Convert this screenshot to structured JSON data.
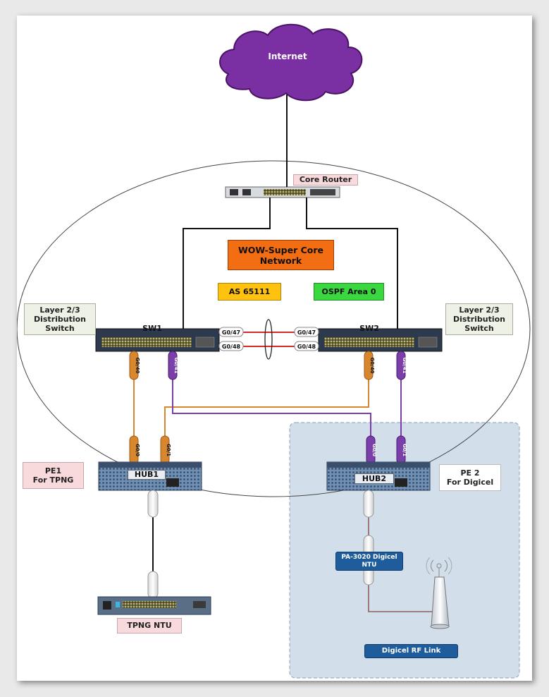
{
  "cloud": {
    "label": "Internet"
  },
  "core_router": {
    "label": "Core Router"
  },
  "network_title": {
    "label": "WOW-Super Core\nNetwork"
  },
  "as_badge": {
    "label": "AS 65111"
  },
  "ospf_badge": {
    "label": "OSPF Area 0"
  },
  "sw1": {
    "label": "SW1",
    "side_label": "Layer 2/3\nDistribution\nSwitch",
    "port_47": "G0/47",
    "port_48": "G0/48",
    "port_40": "G0/40",
    "port_41": "G0/41"
  },
  "sw2": {
    "label": "SW2",
    "side_label": "Layer 2/3\nDistribution\nSwitch",
    "port_47": "G0/47",
    "port_48": "G0/48",
    "port_40": "G0/40",
    "port_41": "G0/41"
  },
  "hub1": {
    "label": "HUB1",
    "side_label": "PE1\nFor TPNG",
    "port_0": "G0/0",
    "port_1": "G0/1"
  },
  "hub2": {
    "label": "HUB2",
    "side_label": "PE 2\nFor Digicel",
    "port_0": "G0/0",
    "port_1": "G0/1"
  },
  "tpng_ntu": {
    "label": "TPNG NTU"
  },
  "digicel_ntu": {
    "label": "PA-3020 Digicel\nNTU"
  },
  "rf_link": {
    "label": "Digicel RF Link"
  },
  "colors": {
    "cloud": "#7a2fa3",
    "orange_link": "#d8872e",
    "purple_link": "#7a3fa8",
    "red_link": "#d42a2a",
    "title_bg": "#f36d12",
    "as_bg": "#ffc20e",
    "ospf_bg": "#39d83e",
    "digicel_area": "#d2deea"
  }
}
